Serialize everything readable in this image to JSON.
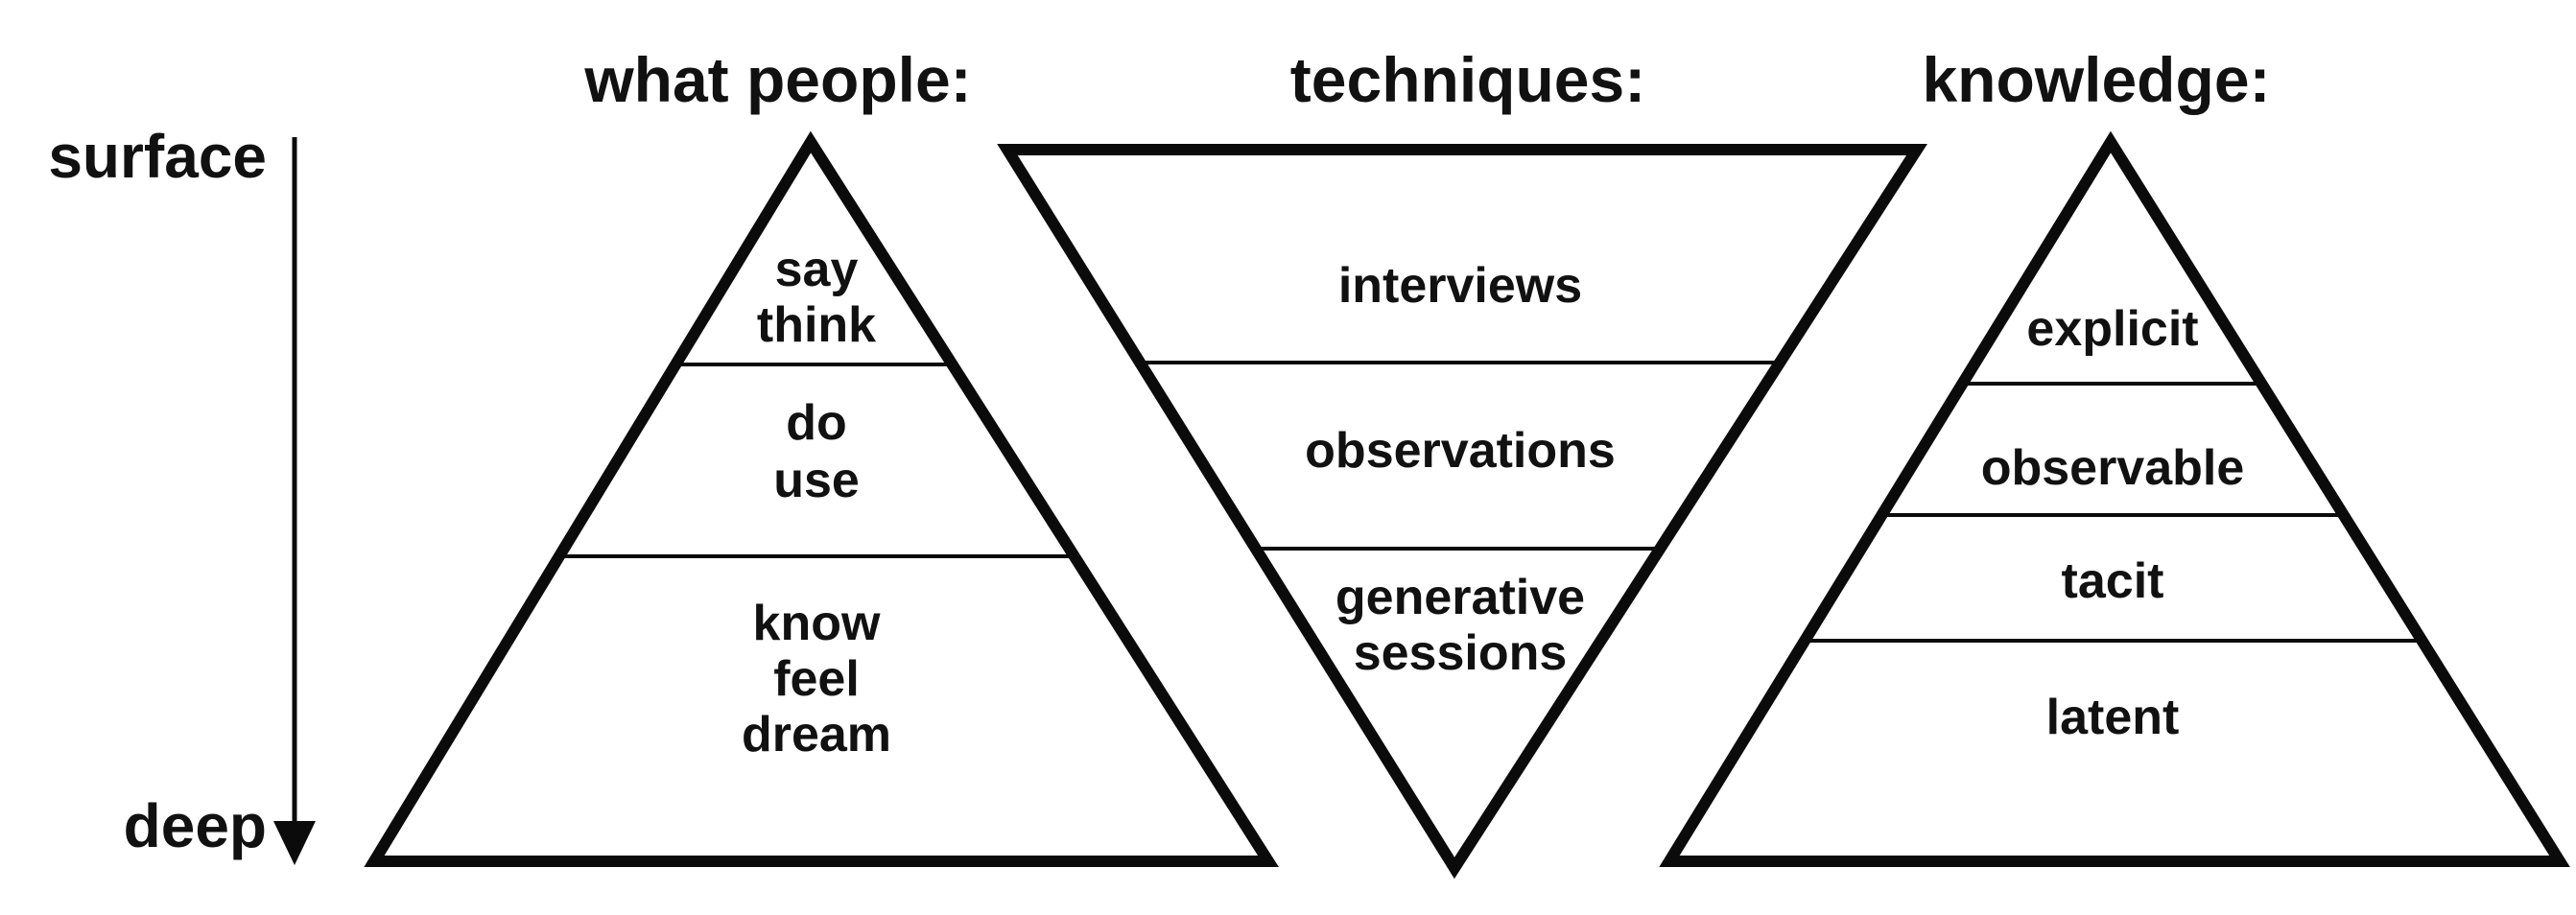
{
  "page": {
    "background_color": "#ffffff",
    "ink_color": "#0b0b0b",
    "text_color": "#111111"
  },
  "axis": {
    "surface_label": "surface",
    "deep_label": "deep",
    "direction": "surface-to-deep-downward-arrow"
  },
  "columns": [
    {
      "header": "what people:",
      "shape": "triangle-up",
      "levels": [
        {
          "lines": [
            "say",
            "think"
          ]
        },
        {
          "lines": [
            "do",
            "use"
          ]
        },
        {
          "lines": [
            "know",
            "feel",
            "dream"
          ]
        }
      ]
    },
    {
      "header": "techniques:",
      "shape": "triangle-down",
      "levels": [
        {
          "lines": [
            "interviews"
          ]
        },
        {
          "lines": [
            "observations"
          ]
        },
        {
          "lines": [
            "generative",
            "sessions"
          ]
        }
      ]
    },
    {
      "header": "knowledge:",
      "shape": "triangle-up",
      "levels": [
        {
          "lines": [
            "explicit"
          ]
        },
        {
          "lines": [
            "observable"
          ]
        },
        {
          "lines": [
            "tacit"
          ]
        },
        {
          "lines": [
            "latent"
          ]
        }
      ]
    }
  ]
}
